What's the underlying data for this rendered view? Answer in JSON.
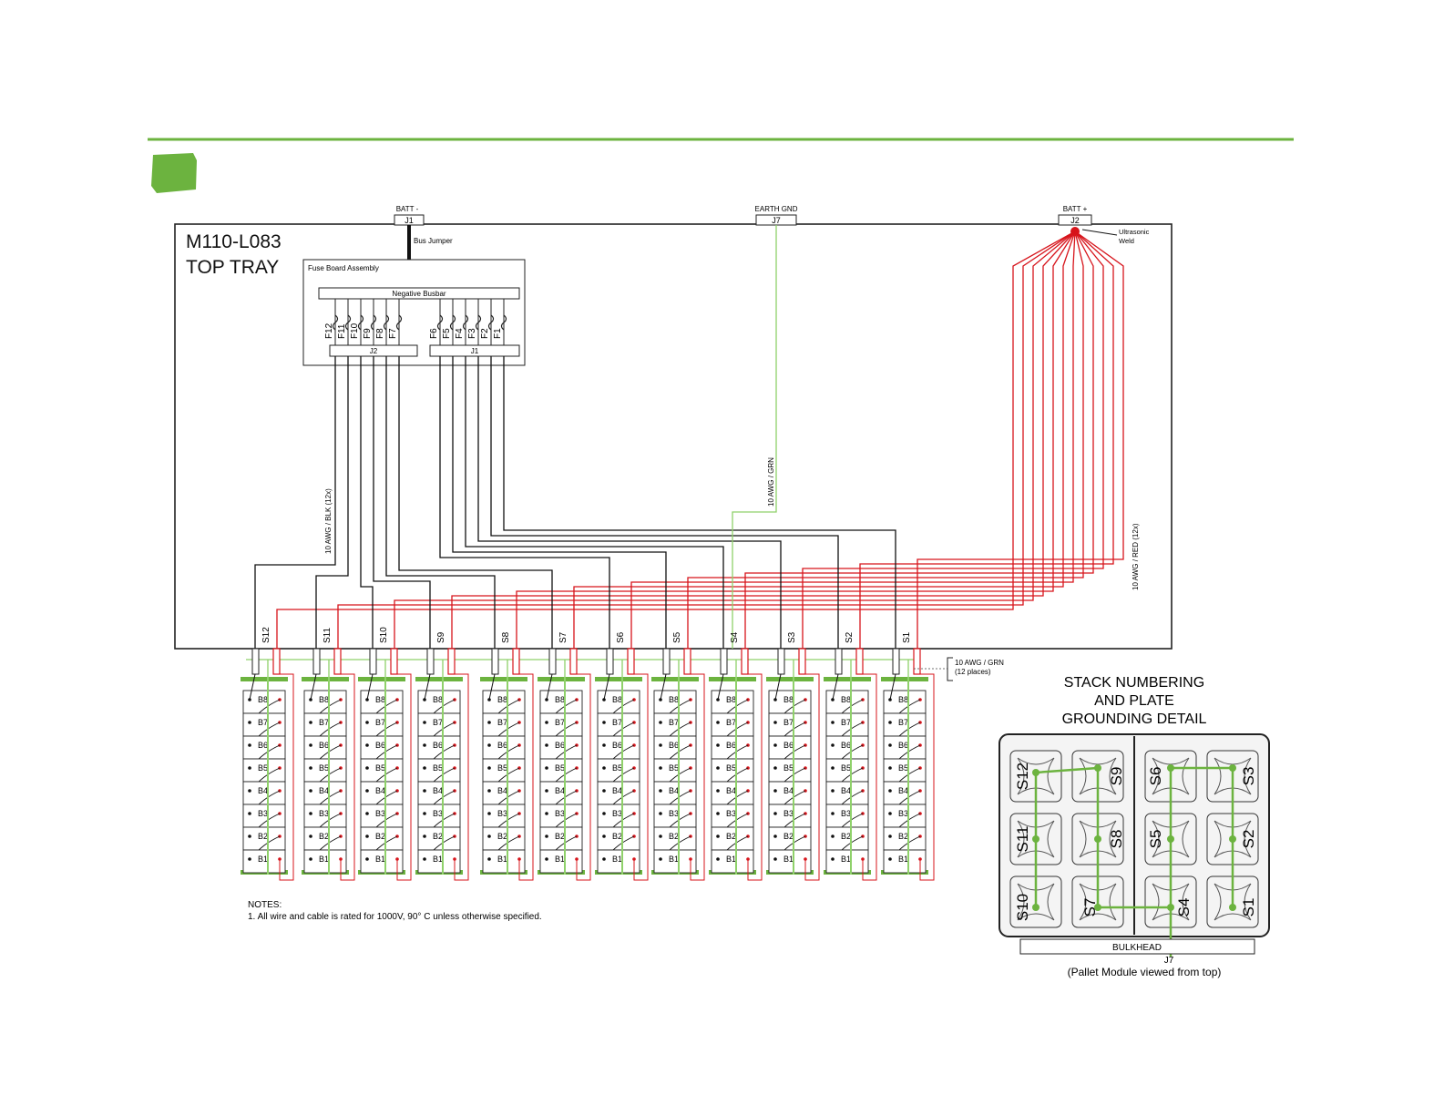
{
  "colors": {
    "accent_green": "#6cb33f",
    "wire_green": "#8fd16a",
    "wire_red": "#d7141b",
    "wire_black": "#111111",
    "outline": "#222222"
  },
  "icons": {
    "corner_block": "green-cube-icon"
  },
  "title": {
    "model": "M110-L083",
    "tray": "TOP TRAY"
  },
  "connectors": {
    "batt_neg": {
      "caption": "BATT -",
      "id": "J1"
    },
    "earth": {
      "caption": "EARTH GND",
      "id": "J7"
    },
    "batt_pos": {
      "caption": "BATT +",
      "id": "J2"
    }
  },
  "labels": {
    "bus_jumper": "Bus Jumper",
    "ultrasonic": "Ultrasonic",
    "weld": "Weld",
    "fuse_board": "Fuse Board Assembly",
    "negative_busbar": "Negative Busbar",
    "fb_j2": "J2",
    "fb_j1": "J1",
    "wire_blk": "10 AWG / BLK (12x)",
    "wire_grn": "10 AWG / GRN",
    "wire_red": "10 AWG / RED (12x)",
    "gnd_callout_1": "10 AWG / GRN",
    "gnd_callout_2": "(12 places)"
  },
  "fuses_left": [
    "F12",
    "F11",
    "F10",
    "F9",
    "F8",
    "F7"
  ],
  "fuses_right": [
    "F6",
    "F5",
    "F4",
    "F3",
    "F2",
    "F1"
  ],
  "stacks": [
    "S12",
    "S11",
    "S10",
    "S9",
    "S8",
    "S7",
    "S6",
    "S5",
    "S4",
    "S3",
    "S2",
    "S1"
  ],
  "batteries": [
    "B8",
    "B7",
    "B6",
    "B5",
    "B4",
    "B3",
    "B2",
    "B1"
  ],
  "notes": {
    "heading": "NOTES:",
    "line1": "1. All wire and cable is rated for 1000V, 90° C unless otherwise specified."
  },
  "detail": {
    "title_1": "STACK NUMBERING",
    "title_2": "AND PLATE",
    "title_3": "GROUNDING DETAIL",
    "left_block": [
      "S12",
      "S11",
      "S10",
      "S9",
      "S8",
      "S7"
    ],
    "right_block": [
      "S6",
      "S5",
      "S4",
      "S3",
      "S2",
      "S1"
    ],
    "bulkhead": "BULKHEAD",
    "j7": "J7",
    "caption": "(Pallet Module viewed from top)"
  }
}
